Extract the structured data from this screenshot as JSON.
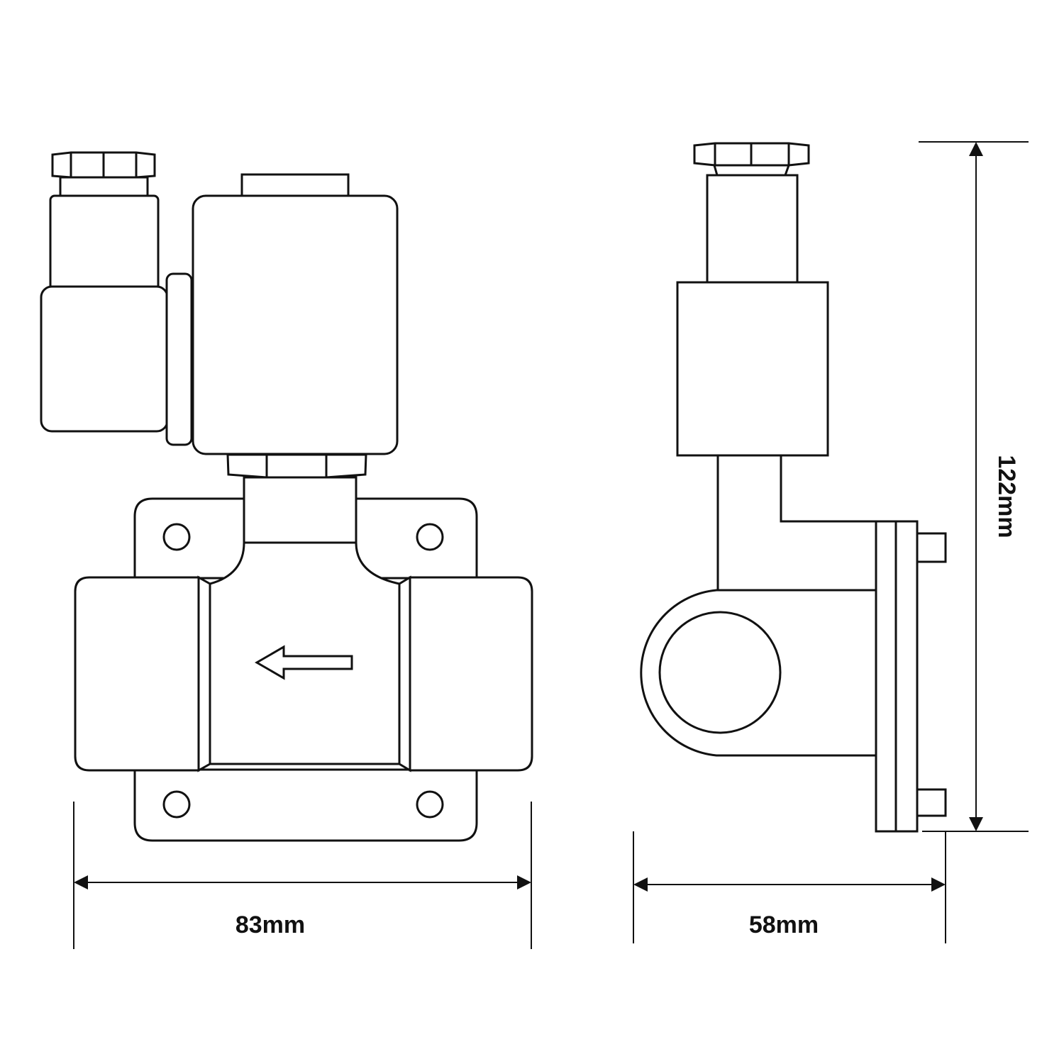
{
  "diagram": {
    "views": [
      "front-view",
      "side-view"
    ],
    "colors": {
      "line": "#111111",
      "background": "#ffffff"
    },
    "dimensions": {
      "width_front": "83mm",
      "width_side": "58mm",
      "height": "122mm"
    },
    "flow_direction": "left"
  }
}
